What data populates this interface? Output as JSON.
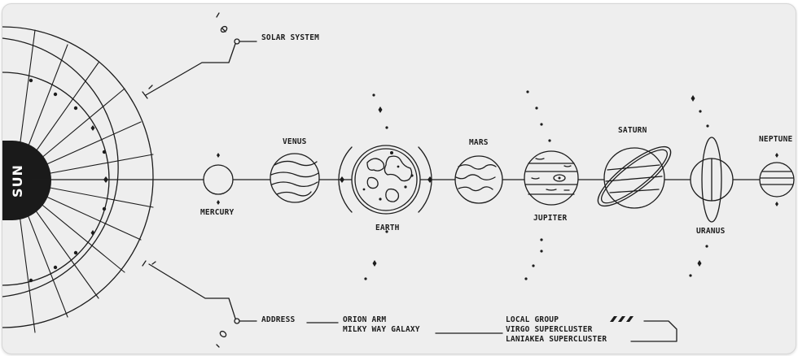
{
  "sun": {
    "label": "SUN"
  },
  "header": {
    "title": "SOLAR SYSTEM"
  },
  "planets": [
    {
      "name": "MERCURY"
    },
    {
      "name": "VENUS"
    },
    {
      "name": "EARTH"
    },
    {
      "name": "MARS"
    },
    {
      "name": "JUPITER"
    },
    {
      "name": "SATURN"
    },
    {
      "name": "URANUS"
    },
    {
      "name": "NEPTUNE"
    }
  ],
  "address": {
    "label": "ADDRESS",
    "line1": "ORION ARM",
    "line2": "MILKY WAY GALAXY",
    "line3": "LOCAL GROUP",
    "line4": "VIRGO SUPERCLUSTER",
    "line5": "LANIAKEA SUPERCLUSTER"
  },
  "colors": {
    "ink": "#1c1c1c",
    "mat": "#eeeeee",
    "sun": "#1a1a1a"
  }
}
